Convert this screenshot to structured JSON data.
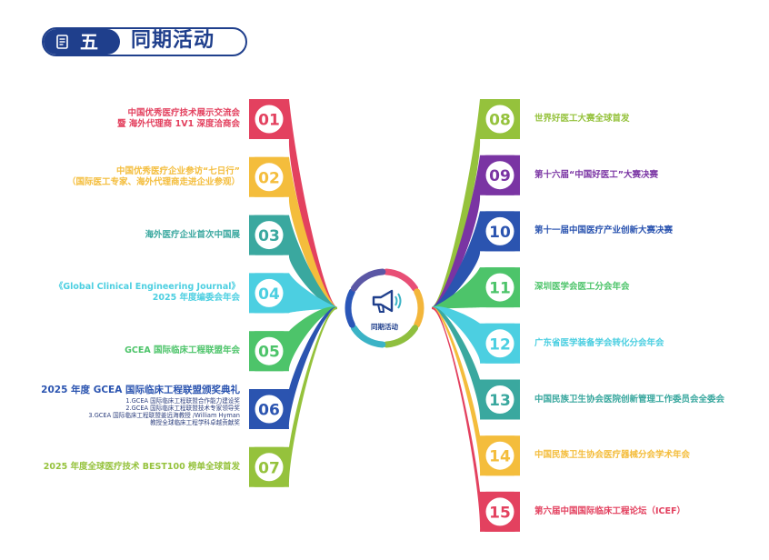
{
  "header": {
    "number": "五",
    "title": "同期活动",
    "icon": "document-icon"
  },
  "center": {
    "label": "同期活动",
    "icon": "megaphone-icon",
    "ring_colors": [
      "#e84f76",
      "#f3b63b",
      "#8fbf3f",
      "#3bb3c6",
      "#2a56b8",
      "#5b57a5"
    ]
  },
  "left_items": [
    {
      "num": "01",
      "color": "#e3415f",
      "lines": [
        "中国优秀医疗技术展示交流会",
        "暨 海外代理商 1V1 深度洽商会"
      ]
    },
    {
      "num": "02",
      "color": "#f4bd3c",
      "lines": [
        "中国优秀医疗企业参访“七日行”",
        "（国际医工专家、海外代理商走进企业参观）"
      ]
    },
    {
      "num": "03",
      "color": "#3aa89f",
      "lines": [
        "海外医疗企业首次中国展"
      ]
    },
    {
      "num": "04",
      "color": "#4ccfe1",
      "lines": [
        "《Global Clinical Engineering Journal》",
        "2025 年度编委会年会"
      ]
    },
    {
      "num": "05",
      "color": "#4dc46a",
      "lines": [
        "GCEA 国际临床工程联盟年会"
      ]
    },
    {
      "num": "06",
      "color": "#2b54b0",
      "lines": [
        "2025 年度 GCEA 国际临床工程联盟颁奖典礼"
      ],
      "sub": [
        "1.GCEA 国际临床工程联盟合作能力建设奖",
        "2.GCEA 国际临床工程联盟技术专家领导奖",
        "3.GCEA 国际临床工程联盟姜远海教授 /William Hyman",
        "教授全球临床工程学科卓越贡献奖"
      ]
    },
    {
      "num": "07",
      "color": "#95c23c",
      "lines": [
        "2025 年度全球医疗技术 BEST100 榜单全球首发"
      ]
    }
  ],
  "right_items": [
    {
      "num": "08",
      "color": "#95c23c",
      "lines": [
        "世界好医工大赛全球首发"
      ]
    },
    {
      "num": "09",
      "color": "#7a34a3",
      "lines": [
        "第十六届“中国好医工”大赛决赛"
      ]
    },
    {
      "num": "10",
      "color": "#2b54b0",
      "lines": [
        "第十一届中国医疗产业创新大赛决赛"
      ]
    },
    {
      "num": "11",
      "color": "#4dc46a",
      "lines": [
        "深圳医学会医工分会年会"
      ]
    },
    {
      "num": "12",
      "color": "#4ccfe1",
      "lines": [
        "广东省医学装备学会转化分会年会"
      ]
    },
    {
      "num": "13",
      "color": "#3aa89f",
      "lines": [
        "中国民族卫生协会医院创新管理工作委员会全委会"
      ]
    },
    {
      "num": "14",
      "color": "#f4bd3c",
      "lines": [
        "中国民族卫生协会医疗器械分会学术年会"
      ]
    },
    {
      "num": "15",
      "color": "#e3415f",
      "lines": [
        "第六届中国国际临床工程论坛（ICEF）"
      ]
    }
  ]
}
